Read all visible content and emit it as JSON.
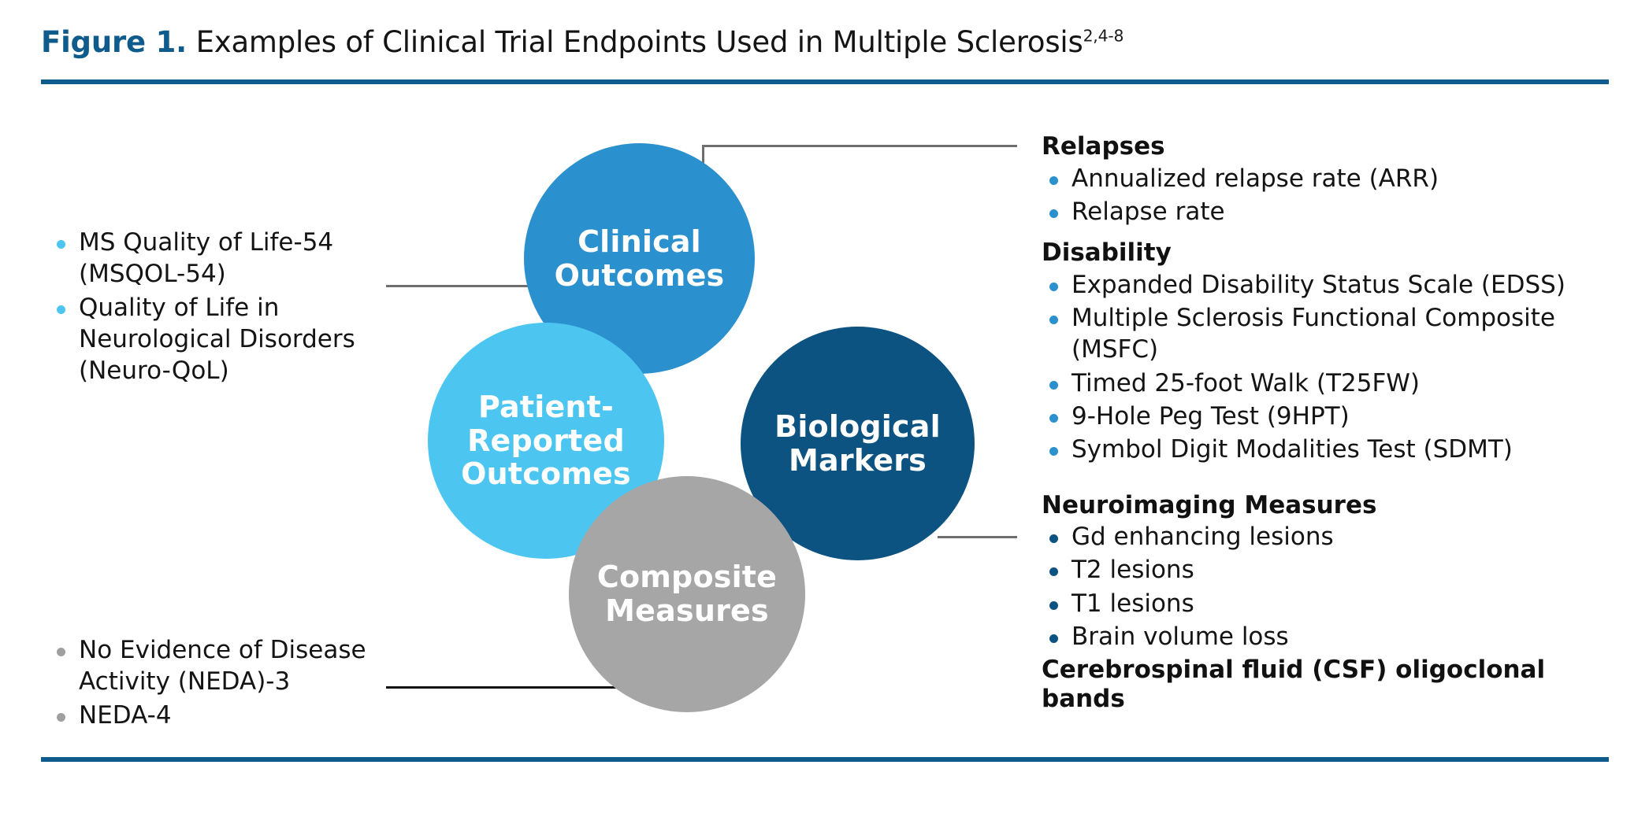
{
  "figure": {
    "label": "Figure 1.",
    "title": " Examples of Clinical Trial Endpoints Used in Multiple Sclerosis",
    "superscript": "2,4-8"
  },
  "colors": {
    "rule": "#0f5c8c",
    "clinical": "#2a90ce",
    "biological": "#0d5382",
    "patient_reported": "#4cc6f0",
    "composite": "#a6a6a6",
    "connector_gray": "#6e6e6e",
    "connector_black": "#111111"
  },
  "circles": {
    "clinical": "Clinical Outcomes",
    "biological": "Biological Markers",
    "patient_reported": "Patient-Reported Outcomes",
    "composite": "Composite Measures"
  },
  "left_column_top": {
    "items": [
      "MS Quality of Life-54 (MSQOL-54)",
      "Quality of Life in Neurological Disorders (Neuro-QoL)"
    ]
  },
  "left_column_bottom": {
    "items": [
      "No Evidence of Disease Activity (NEDA)-3",
      "NEDA-4"
    ]
  },
  "right_column": {
    "sections": [
      {
        "heading": "Relapses",
        "items": [
          "Annualized relapse rate (ARR)",
          "Relapse rate"
        ]
      },
      {
        "heading": "Disability",
        "items": [
          "Expanded Disability Status Scale (EDSS)",
          "Multiple Sclerosis Functional Composite (MSFC)",
          "Timed 25-foot Walk (T25FW)",
          "9-Hole Peg Test (9HPT)",
          "Symbol Digit Modalities Test (SDMT)"
        ]
      },
      {
        "heading": "Neuroimaging Measures",
        "items": [
          "Gd enhancing lesions",
          "T2 lesions",
          "T1 lesions",
          "Brain volume loss"
        ]
      }
    ],
    "footer_bold": "Cerebrospinal fluid (CSF) oligoclonal bands"
  }
}
